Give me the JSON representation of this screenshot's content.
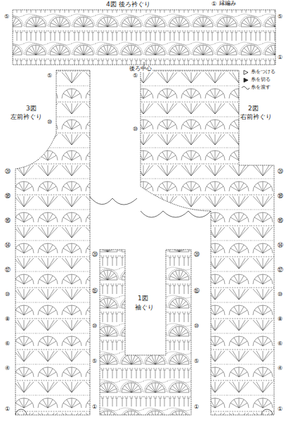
{
  "diagram": {
    "labels": [
      "4図 後ろ衿ぐり",
      "①",
      "縁編み",
      "後ろ中心",
      "3図",
      "左前衿ぐり",
      "2図",
      "右前衿ぐり",
      "1図",
      "袖ぐり",
      "⑤",
      "⑤",
      "①",
      "⑤",
      "⑩",
      "⑳",
      "⑱",
      "⑯",
      "⑭",
      "⑫",
      "⑩",
      "⑧",
      "⑥",
      "④",
      "①",
      "⑤",
      "⑩",
      "⑳",
      "⑱",
      "⑯",
      "⑭",
      "⑫",
      "⑩",
      "⑧",
      "⑥",
      "④",
      "①",
      "⑳",
      "⑮",
      "⑩",
      "⑤",
      "①",
      "⑳",
      "⑮",
      "⑩",
      "⑤",
      "①"
    ],
    "legend": [
      {
        "text": "糸をつける"
      },
      {
        "text": "糸を切る"
      },
      {
        "text": "糸を渡す"
      }
    ]
  }
}
